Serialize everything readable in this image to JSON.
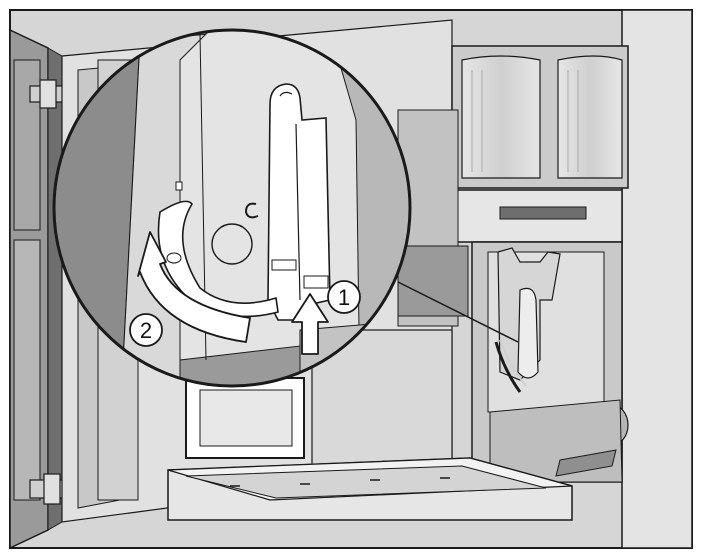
{
  "figure": {
    "callouts": [
      {
        "id": "1",
        "label": "1"
      },
      {
        "id": "2",
        "label": "2"
      }
    ],
    "colors": {
      "outline": "#1a1a1a",
      "light_grey": "#d9d9d9",
      "mid_grey": "#bdbdbd",
      "dark_grey": "#8c8c8c",
      "arrow_fill": "#ffffff",
      "background": "#ffffff"
    }
  }
}
